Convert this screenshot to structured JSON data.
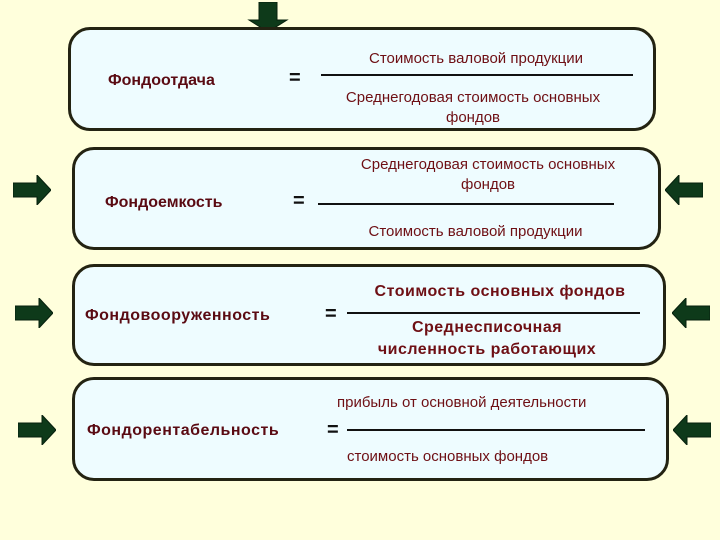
{
  "colors": {
    "background": "#ffffdc",
    "box_fill": "#eefcff",
    "box_border": "#232312",
    "text": "#6e0f14",
    "arrow": "#0e3a1a"
  },
  "formulas": [
    {
      "name": "Фондоотдача",
      "equals": "=",
      "numerator": "Стоимость валовой продукции",
      "denominator": [
        "Среднегодовая стоимость основных",
        "фондов"
      ]
    },
    {
      "name": "Фондоемкость",
      "equals": "=",
      "numerator": [
        "Среднегодовая стоимость основных",
        "фондов"
      ],
      "denominator": "Стоимость валовой продукции"
    },
    {
      "name": "Фондовооруженность",
      "equals": "=",
      "numerator": "Стоимость основных фондов",
      "denominator": [
        "Среднесписочная",
        "численность работающих"
      ]
    },
    {
      "name": "Фондорентабельность",
      "equals": "=",
      "numerator": "прибыль от основной деятельности",
      "denominator": "стоимость основных фондов"
    }
  ],
  "icons": {
    "top_arrow": "arrow-down-icon",
    "left_arrows": "arrow-right-icon",
    "right_arrows": "arrow-left-icon"
  }
}
